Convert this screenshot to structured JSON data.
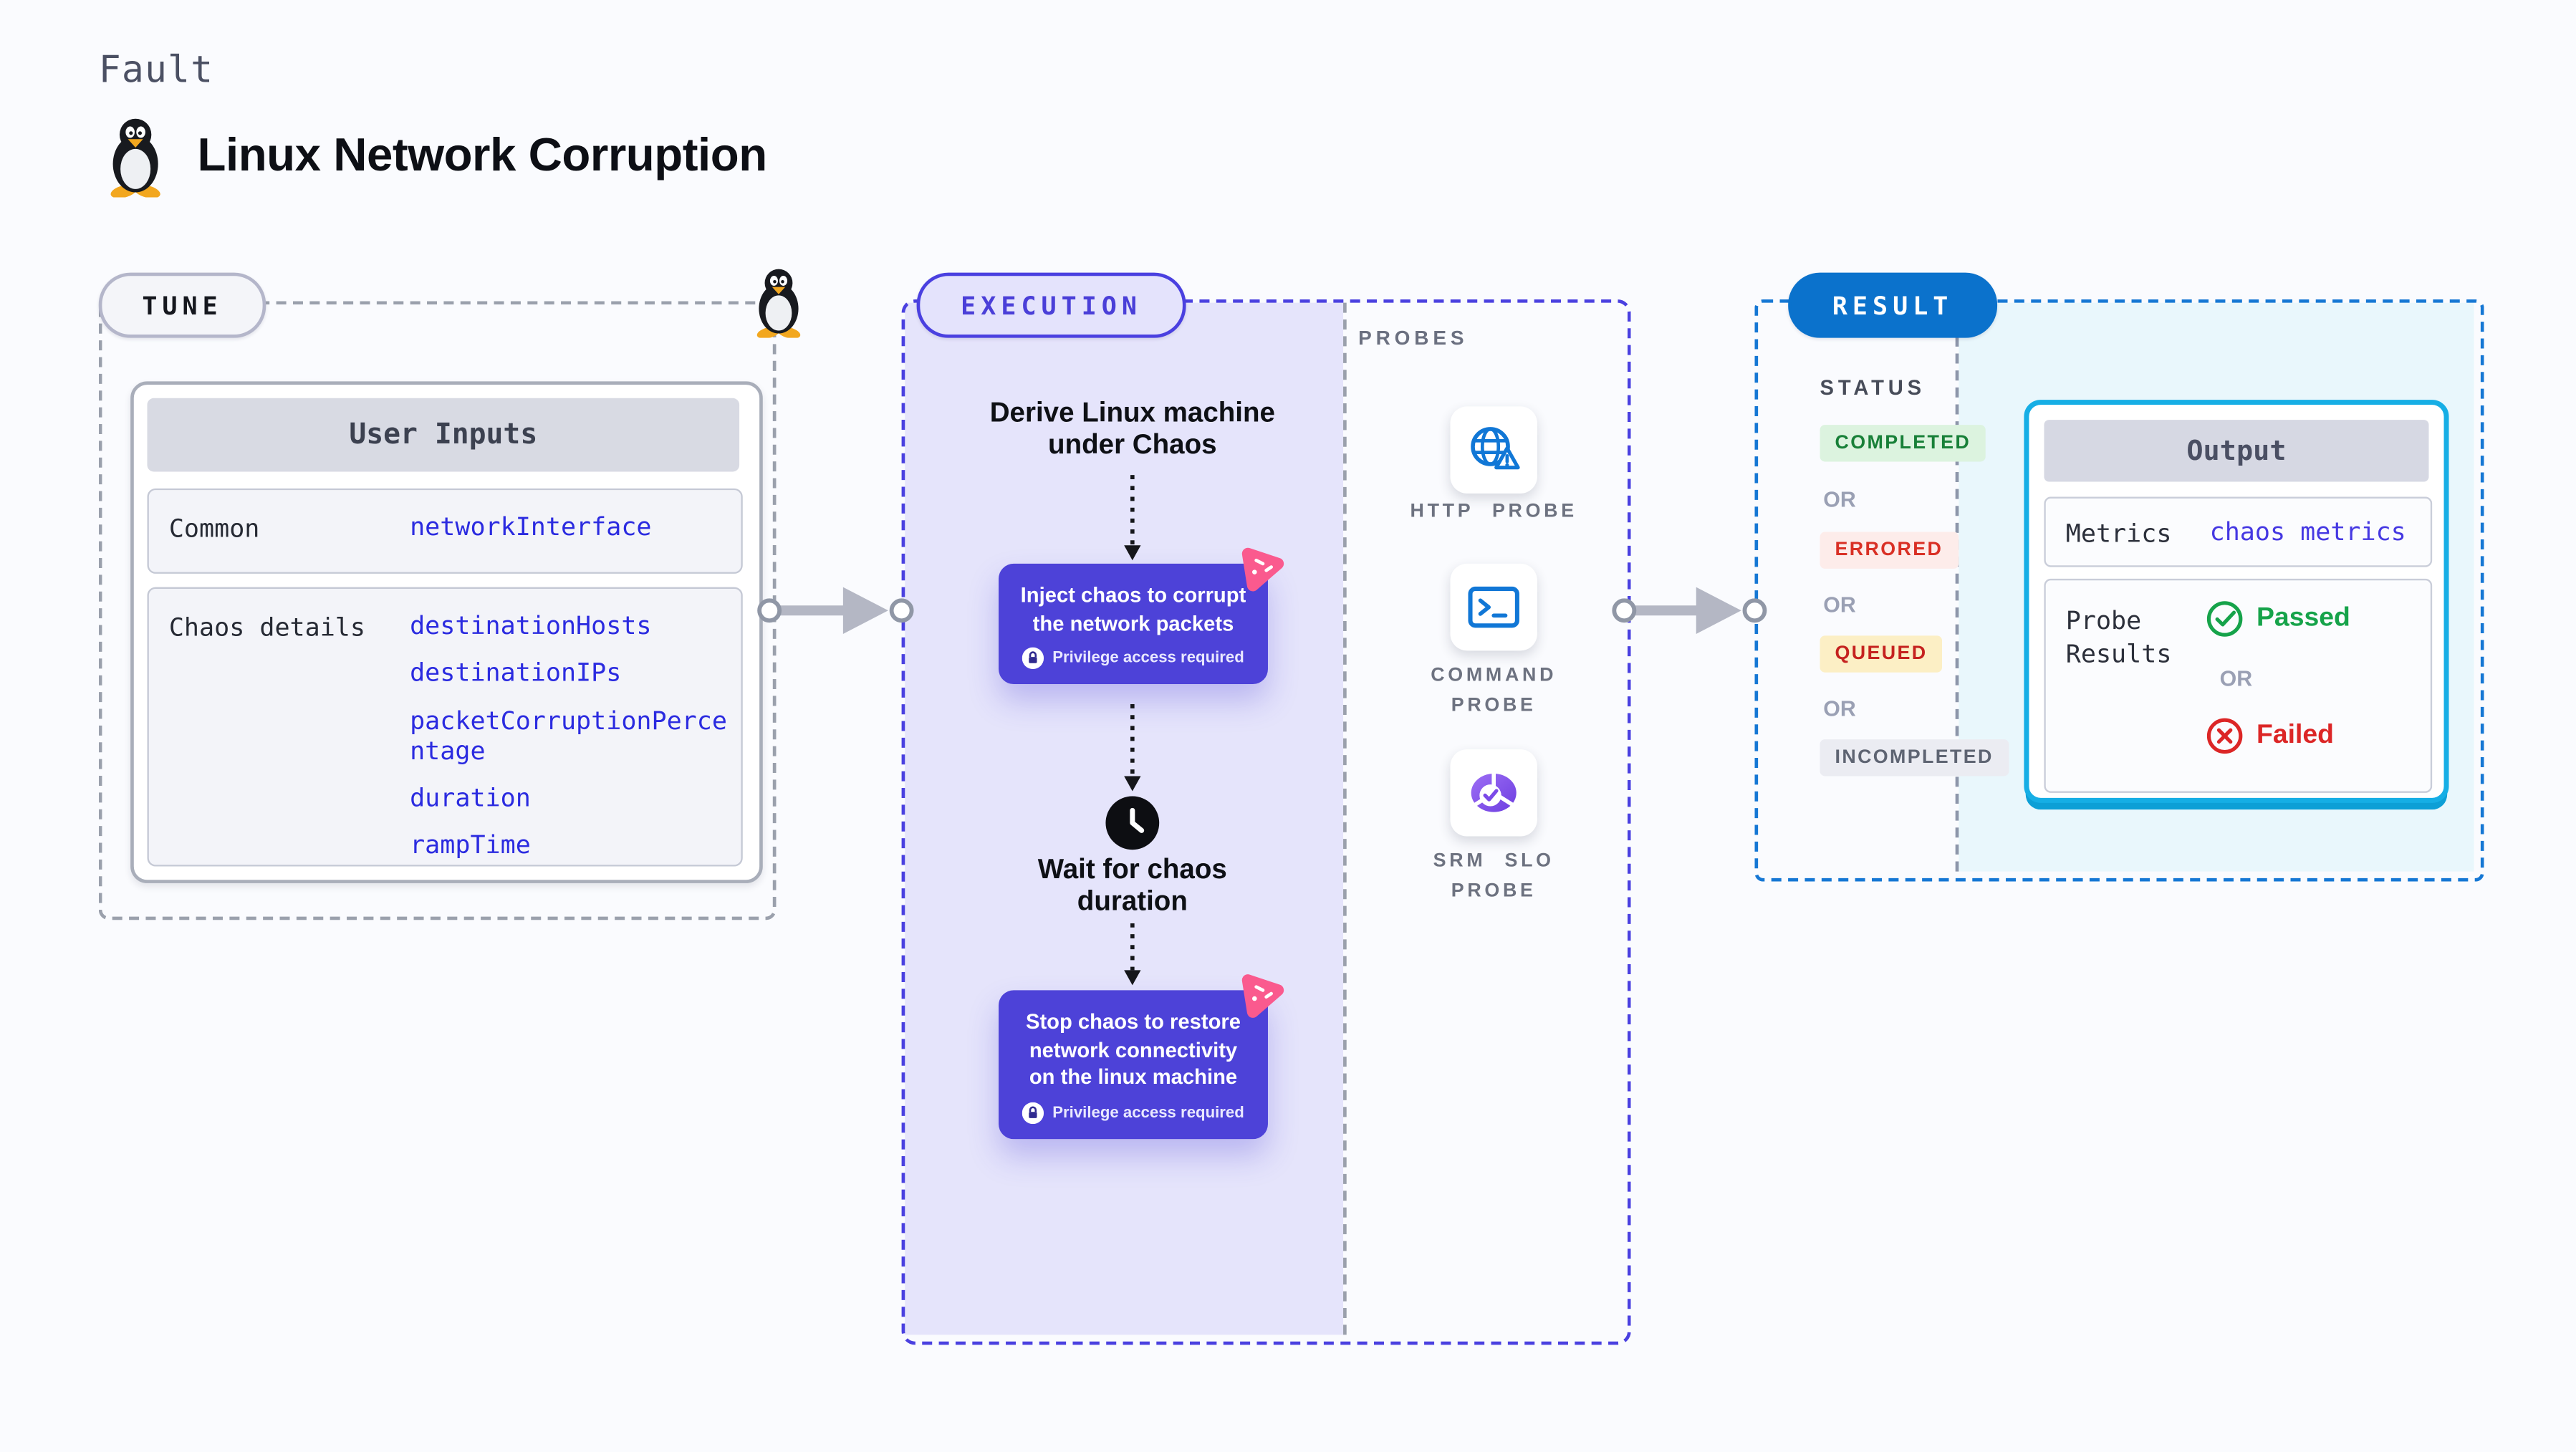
{
  "header": {
    "kicker": "Fault",
    "title": "Linux Network Corruption"
  },
  "stages": {
    "tune": {
      "label": "TUNE"
    },
    "execution": {
      "label": "EXECUTION"
    },
    "result": {
      "label": "RESULT"
    }
  },
  "user_inputs": {
    "header": "User Inputs",
    "rows": [
      {
        "label": "Common",
        "values": [
          "networkInterface"
        ]
      },
      {
        "label": "Chaos details",
        "values": [
          "destinationHosts",
          "destinationIPs",
          "packetCorruptionPercentage",
          "duration",
          "rampTime"
        ]
      }
    ]
  },
  "flow": {
    "derive_title": "Derive Linux machine under Chaos",
    "inject_step": {
      "text": "Inject chaos to corrupt the network packets",
      "badge": "Privilege access required"
    },
    "wait_step": "Wait for chaos duration",
    "stop_step": {
      "text": "Stop chaos to restore network connectivity on the linux machine",
      "badge": "Privilege access required"
    }
  },
  "probes": {
    "label": "PROBES",
    "items": [
      {
        "name": "HTTP PROBE",
        "icon": "globe-alert-icon"
      },
      {
        "name": "COMMAND PROBE",
        "icon": "terminal-icon"
      },
      {
        "name": "SRM SLO PROBE",
        "icon": "pie-check-icon"
      }
    ]
  },
  "status": {
    "title": "STATUS",
    "or": "OR",
    "badges": [
      {
        "text": "COMPLETED",
        "type": "success"
      },
      {
        "text": "ERRORED",
        "type": "error"
      },
      {
        "text": "QUEUED",
        "type": "warning"
      },
      {
        "text": "INCOMPLETED",
        "type": "neutral"
      }
    ]
  },
  "output": {
    "header": "Output",
    "metrics_label": "Metrics",
    "metrics_value": "chaos metrics",
    "probe_results_label": "Probe Results",
    "passed": "Passed",
    "or": "OR",
    "failed": "Failed"
  },
  "colors": {
    "page_bg": "#fafbfe",
    "accent_indigo": "#4a40e0",
    "execution_fill": "#e5e4fb",
    "node_fill": "#4d42d8",
    "chaos_pink": "#fa5a8e",
    "result_blue": "#0b72cc",
    "result_dash": "#1577d4",
    "cyan_border": "#16aee5",
    "cyan_fill": "#e9f7fc",
    "value_blue": "#2b2be0",
    "probe_icon_blue": "#1177d6",
    "success_green": "#188038",
    "error_red": "#d93025",
    "passed_green": "#16a34a",
    "failed_red": "#dc2626"
  }
}
